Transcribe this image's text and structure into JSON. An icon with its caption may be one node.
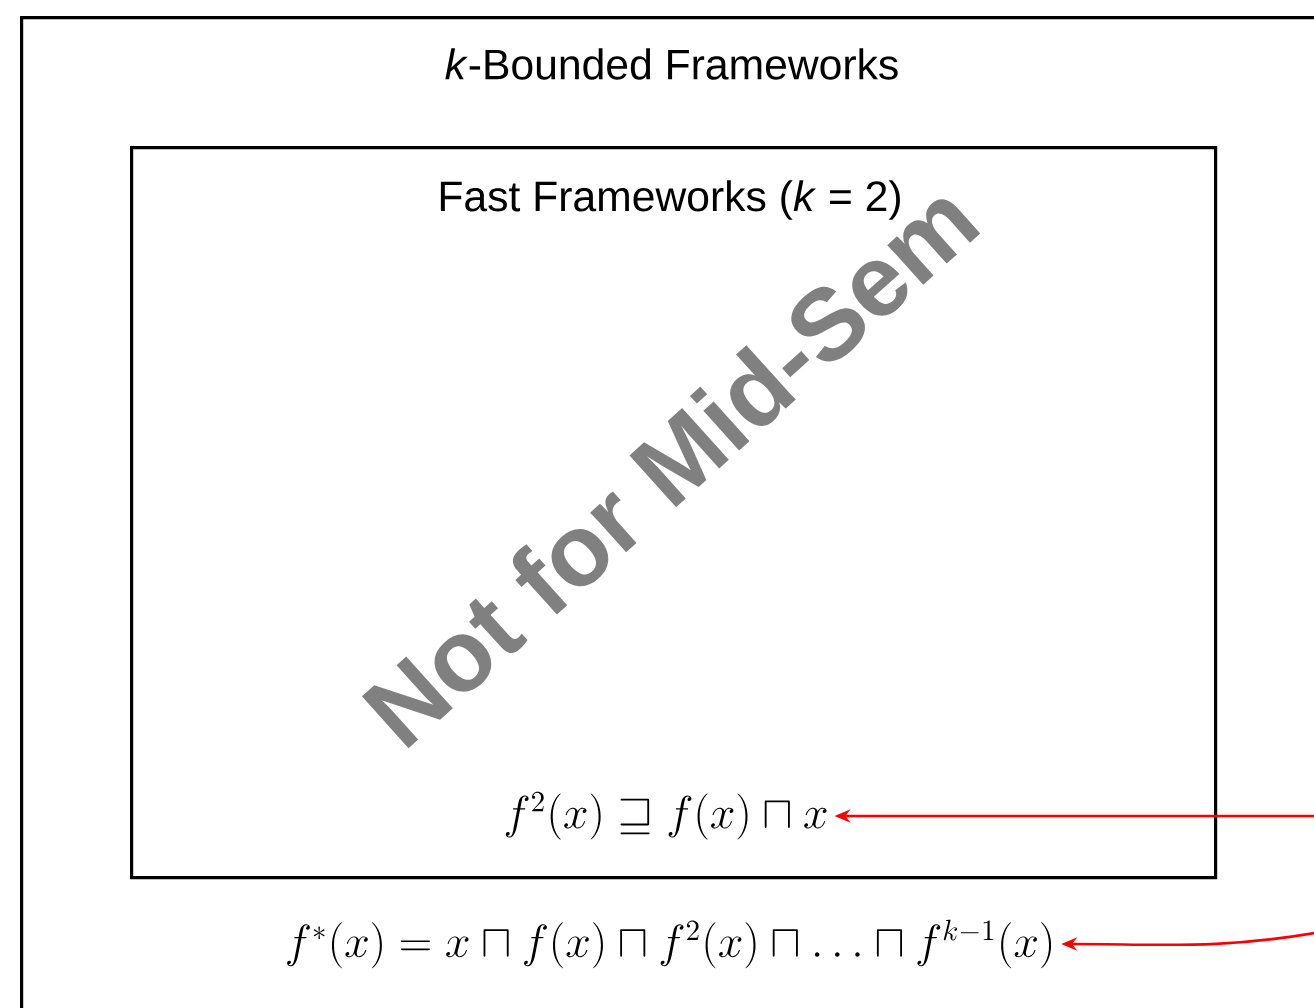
{
  "diagram": {
    "nodes": [
      {
        "text": [
          "*k*-Bounded Frameworks"
        ]
      },
      {
        "text": [
          "Fast Frameworks (*k* = 2)"
        ],
        "in": 0
      },
      {
        "text": [
          "f^2(x) \\sqsupseteq f(x) \\sqcap x"
        ],
        "in": 1
      },
      {
        "text": [
          "f^*(x) = x \\sqcap f(x) \\sqcap f^2(x) \\sqcap \\ldots \\sqcap f^{k-1}(x)"
        ],
        "in": 0
      }
    ],
    "edges": [
      {
        "from": null,
        "to": 2,
        "arrow": "to",
        "color": "#ff0000"
      },
      {
        "from": null,
        "to": 3,
        "arrow": "to",
        "color": "#ff0000"
      }
    ],
    "labels": [
      "Not for Mid-Sem"
    ]
  }
}
